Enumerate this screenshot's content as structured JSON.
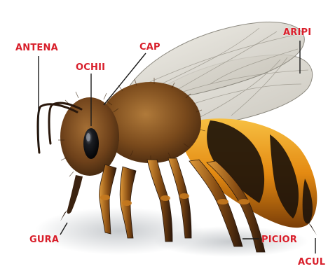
{
  "diagram": {
    "labels": {
      "antena": "ANTENA",
      "ochii": "OCHII",
      "cap": "CAP",
      "aripi": "ARIPI",
      "gura": "GURA",
      "picior": "PICIOR",
      "acul": "ACUL"
    },
    "colors": {
      "label_fill": "#d81e2a",
      "label_stroke": "#ffffff",
      "leader_line": "#1a1a1a",
      "fur_brown": "#7a4a1c",
      "fur_dark": "#4a2a0e",
      "abdomen_orange": "#f0a21a",
      "abdomen_black": "#1e130a",
      "wing_tint": "#d9d7cf",
      "leg_dark": "#2a180c",
      "leg_orange": "#c77a1f"
    }
  }
}
